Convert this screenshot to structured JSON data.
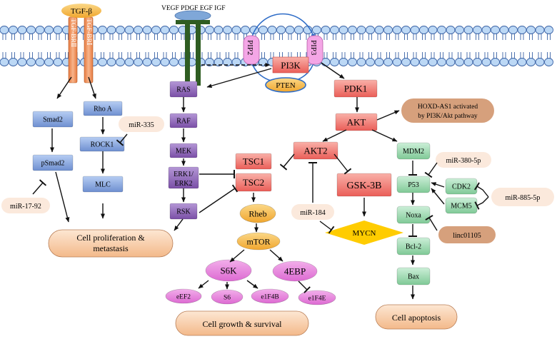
{
  "ligands": {
    "tgfb": "TGF-β",
    "growth_factors": "VEGF PDGF EGF IGF"
  },
  "receptors": {
    "tgfbr2": "TGF-BRⅡ",
    "tgfbr1": "TGF-BRⅠ"
  },
  "lipids": {
    "pip2": "PIP2",
    "pip3": "PIP3"
  },
  "core": {
    "pi3k": "PI3K",
    "pten": "PTEN",
    "pdk1": "PDK1",
    "akt": "AKT",
    "akt2": "AKT2",
    "tsc1": "TSC1",
    "tsc2": "TSC2",
    "gsk3b": "GSK-3B"
  },
  "tgfb_branch": {
    "smad2": "Smad2",
    "psmad2": "pSmad2",
    "rhoa": "Rho A",
    "rock1": "ROCK1",
    "mlc": "MLC"
  },
  "mapk_branch": {
    "ras": "RAS",
    "raf": "RAF",
    "mek": "MEK",
    "erk1": "ERK1/",
    "erk2": "ERK2",
    "rsk": "RSK"
  },
  "mtor_branch": {
    "rheb": "Rheb",
    "mtor": "mTOR",
    "s6k": "S6K",
    "4ebp": "4EBP",
    "eef2": "eEF2",
    "s6": "S6",
    "e1f4b": "e1F4B",
    "e1f4e": "e1F4E"
  },
  "p53_branch": {
    "mdm2": "MDM2",
    "p53": "P53",
    "cdk2": "CDK2",
    "mcm5": "MCM5",
    "noxa": "Noxa",
    "bcl2": "Bcl-2",
    "bax": "Bax",
    "mycn": "MYCN"
  },
  "ncrnas": {
    "mir335": "miR-335",
    "mir1792": "miR-17-92",
    "mir184": "miR-184",
    "mir3805p": "miR-380-5p",
    "mir8855p": "miR-885-5p",
    "linc01105": "linc01105",
    "hoxd_line1": "HOXD-AS1  activated",
    "hoxd_line2": "by PI3K/Akt pathway"
  },
  "outcomes": {
    "prolif_line1": "Cell proliferation &",
    "prolif_line2": "metastasis",
    "growth": "Cell growth & survival",
    "apoptosis": "Cell apoptosis"
  },
  "colors": {
    "membrane_head": "#bcd8f5",
    "receptor": "#ea8a56",
    "blue_node": "#7f9fd8",
    "purple_node": "#8d64b5",
    "red_node": "#ef6f68",
    "green_node": "#8fd2a6",
    "pink_node": "#e478da",
    "gold": "#f2b03c",
    "peach": "#f5d9c4",
    "tan": "#d6a07c"
  }
}
